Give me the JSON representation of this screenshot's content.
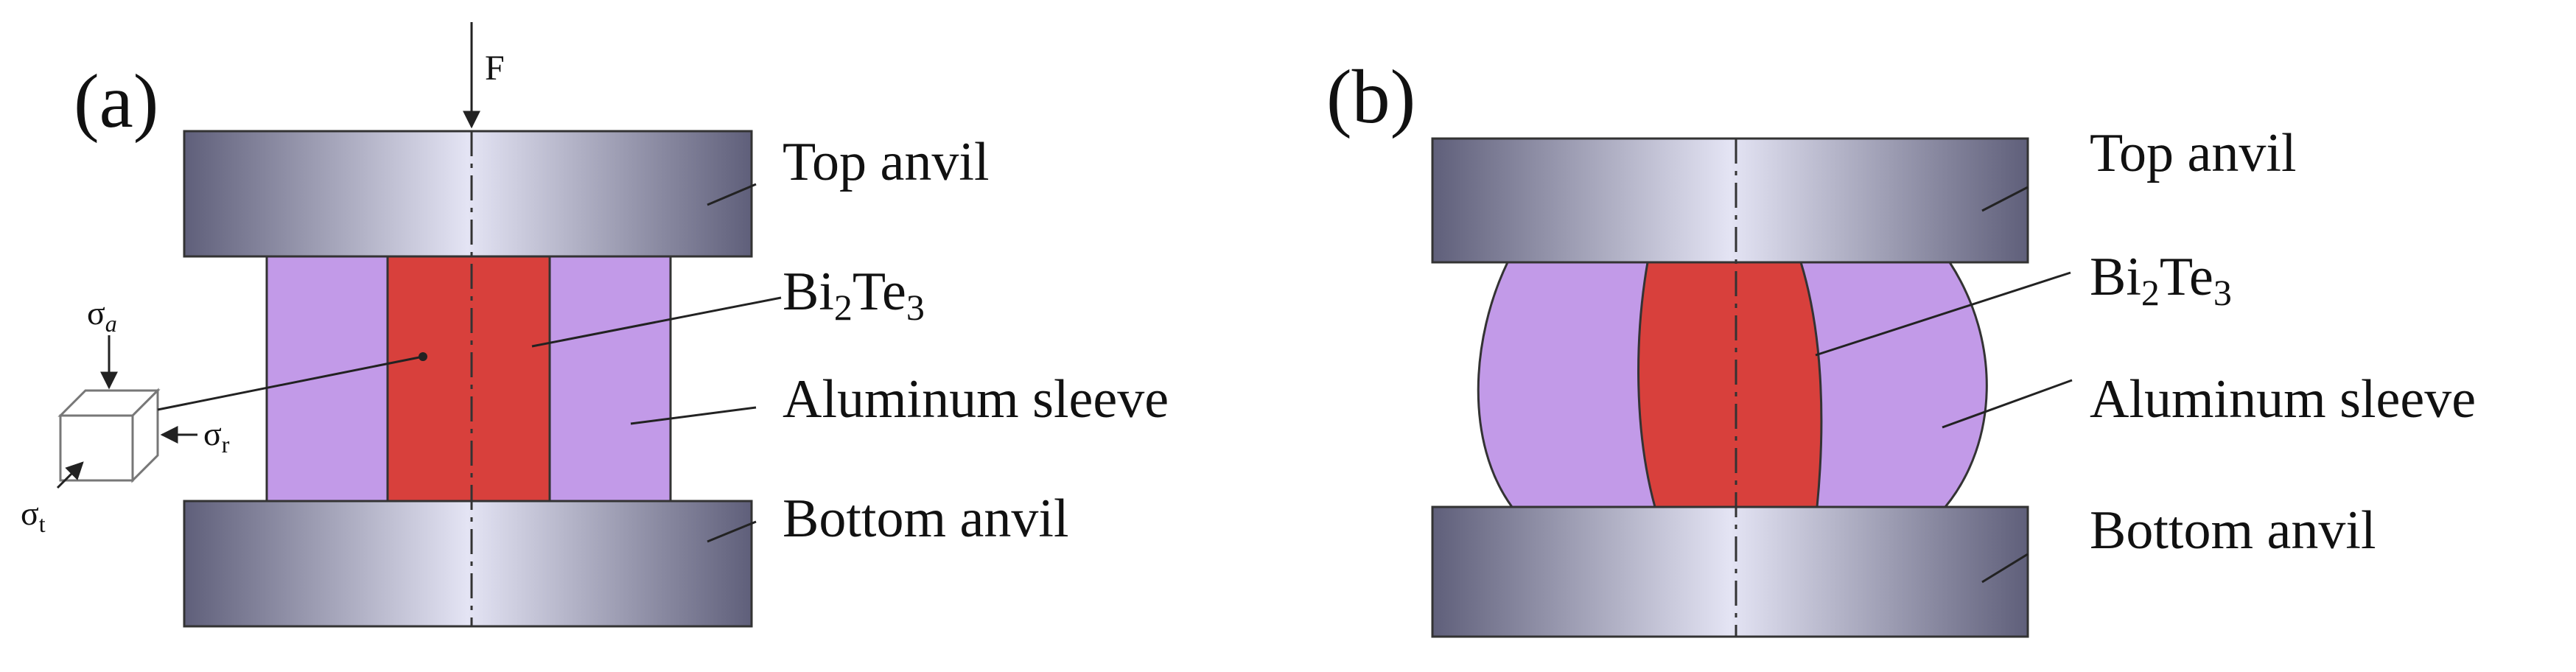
{
  "panels": {
    "a": {
      "label": "(a)",
      "force": "F"
    },
    "b": {
      "label": "(b)"
    }
  },
  "labels": {
    "top_anvil": "Top anvil",
    "sample_base": "Bi",
    "sample_sub1": "2",
    "sample_mid": "Te",
    "sample_sub2": "3",
    "sleeve": "Aluminum sleeve",
    "bottom_anvil": "Bottom anvil"
  },
  "stress": {
    "axial_base": "σ",
    "axial_sub": "a",
    "radial_base": "σ",
    "radial_sub": "r",
    "tangential_base": "σ",
    "tangential_sub": "t"
  },
  "colors": {
    "anvil_dark": "#5f5f7a",
    "anvil_light": "#e4e4f4",
    "sleeve": "#c29ae8",
    "sample": "#d8403c",
    "outline": "#333333"
  }
}
